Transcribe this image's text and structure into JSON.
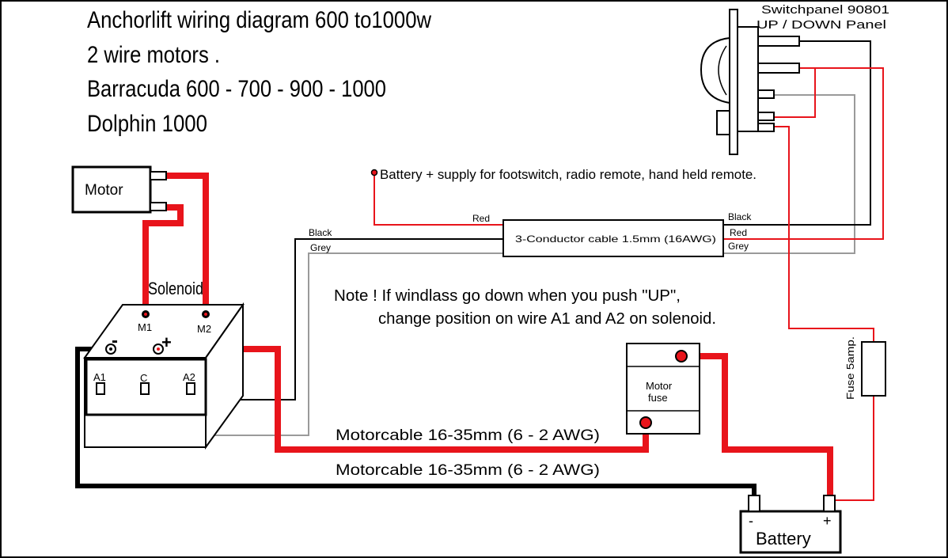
{
  "title_lines": [
    "Anchorlift wiring diagram 600 to1000w",
    "2 wire motors .",
    "Barracuda 600 - 700 - 900 - 1000",
    "Dolphin 1000"
  ],
  "switchpanel": {
    "name": "Switchpanel 90801",
    "subtitle": "UP / DOWN Panel"
  },
  "battery_supply_note": "Battery + supply for footswitch, radio remote, hand held remote.",
  "motor": {
    "label": "Motor"
  },
  "solenoid": {
    "label": "Solenoid",
    "terminals": {
      "m1": "M1",
      "m2": "M2",
      "minus": "-",
      "plus": "+",
      "a1": "A1",
      "c": "C",
      "a2": "A2"
    }
  },
  "cable": {
    "label": "3-Conductor cable 1.5mm (16AWG)",
    "left_wires": {
      "red": "Red",
      "black": "Black",
      "grey": "Grey"
    },
    "right_wires": {
      "black": "Black",
      "red": "Red",
      "grey": "Grey"
    }
  },
  "note": {
    "line1": "Note ! If  windlass go down when you push \"UP\",",
    "line2": "change position on wire A1 and A2 on solenoid."
  },
  "motor_fuse": {
    "line1": "Motor",
    "line2": "fuse"
  },
  "fuse_5amp": "Fuse 5amp.",
  "motorcable_upper": "Motorcable 16-35mm (6 - 2 AWG)",
  "motorcable_lower": "Motorcable 16-35mm (6 - 2 AWG)",
  "battery": {
    "label": "Battery",
    "minus": "-",
    "plus": "+"
  },
  "colors": {
    "red": "#e8141b",
    "black": "#000000",
    "grey": "#9a9a9a"
  }
}
